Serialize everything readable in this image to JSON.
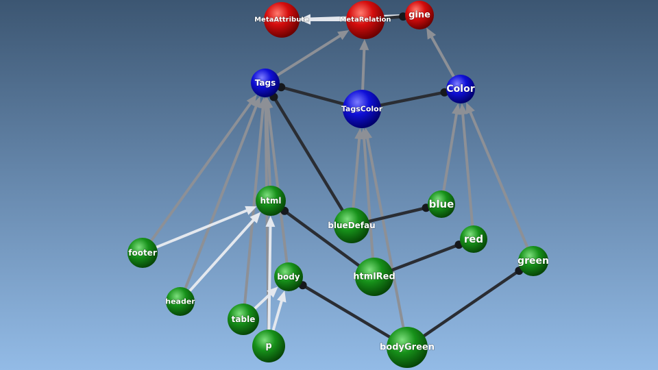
{
  "colors": {
    "meta": "#d40d0d",
    "tag": "#1010d8",
    "leaf": "#17911a",
    "edge_dark": "#2a2d33",
    "edge_grey": "#8d9096",
    "edge_light": "#e4e8ee"
  },
  "nodes": [
    {
      "id": "metaattribute",
      "label": "MetaAttribute",
      "kind": "meta"
    },
    {
      "id": "metarelation",
      "label": "MetaRelation",
      "kind": "meta"
    },
    {
      "id": "engine",
      "label": "gine",
      "kind": "meta"
    },
    {
      "id": "tags",
      "label": "Tags",
      "kind": "tag"
    },
    {
      "id": "tagscolor",
      "label": "TagsColor",
      "kind": "tag"
    },
    {
      "id": "color",
      "label": "Color",
      "kind": "tag"
    },
    {
      "id": "html",
      "label": "html",
      "kind": "leaf"
    },
    {
      "id": "bluedefault",
      "label": "blueDefau",
      "kind": "leaf"
    },
    {
      "id": "blue",
      "label": "blue",
      "kind": "leaf"
    },
    {
      "id": "red",
      "label": "red",
      "kind": "leaf"
    },
    {
      "id": "footer",
      "label": "footer",
      "kind": "leaf"
    },
    {
      "id": "htmlred",
      "label": "htmlRed",
      "kind": "leaf"
    },
    {
      "id": "green",
      "label": "green",
      "kind": "leaf"
    },
    {
      "id": "body",
      "label": "body",
      "kind": "leaf"
    },
    {
      "id": "header",
      "label": "header",
      "kind": "leaf"
    },
    {
      "id": "table",
      "label": "table",
      "kind": "leaf"
    },
    {
      "id": "p",
      "label": "p",
      "kind": "leaf"
    },
    {
      "id": "bodygreen",
      "label": "bodyGreen",
      "kind": "leaf"
    }
  ],
  "edges": [
    {
      "from": "metarelation",
      "to": "metaattribute",
      "style": "light"
    },
    {
      "from": "engine",
      "to": "metaattribute",
      "style": "light"
    },
    {
      "from": "metarelation",
      "to": "engine",
      "style": "dark"
    },
    {
      "from": "tags",
      "to": "metarelation",
      "style": "grey"
    },
    {
      "from": "tagscolor",
      "to": "metarelation",
      "style": "grey"
    },
    {
      "from": "color",
      "to": "engine",
      "style": "grey"
    },
    {
      "from": "tagscolor",
      "to": "tags",
      "style": "dark"
    },
    {
      "from": "tagscolor",
      "to": "color",
      "style": "dark"
    },
    {
      "from": "footer",
      "to": "tags",
      "style": "grey"
    },
    {
      "from": "header",
      "to": "tags",
      "style": "grey"
    },
    {
      "from": "html",
      "to": "tags",
      "style": "grey"
    },
    {
      "from": "table",
      "to": "tags",
      "style": "grey"
    },
    {
      "from": "p",
      "to": "tags",
      "style": "grey"
    },
    {
      "from": "body",
      "to": "tags",
      "style": "grey"
    },
    {
      "from": "bluedefault",
      "to": "tags",
      "style": "dark"
    },
    {
      "from": "footer",
      "to": "html",
      "style": "light"
    },
    {
      "from": "header",
      "to": "html",
      "style": "light"
    },
    {
      "from": "p",
      "to": "html",
      "style": "light"
    },
    {
      "from": "table",
      "to": "body",
      "style": "light"
    },
    {
      "from": "p",
      "to": "body",
      "style": "light"
    },
    {
      "from": "bluedefault",
      "to": "tagscolor",
      "style": "grey"
    },
    {
      "from": "htmlred",
      "to": "tagscolor",
      "style": "grey"
    },
    {
      "from": "bodygreen",
      "to": "tagscolor",
      "style": "grey"
    },
    {
      "from": "blue",
      "to": "color",
      "style": "grey"
    },
    {
      "from": "red",
      "to": "color",
      "style": "grey"
    },
    {
      "from": "green",
      "to": "color",
      "style": "grey"
    },
    {
      "from": "bluedefault",
      "to": "blue",
      "style": "dark"
    },
    {
      "from": "htmlred",
      "to": "html",
      "style": "dark"
    },
    {
      "from": "htmlred",
      "to": "red",
      "style": "dark"
    },
    {
      "from": "bodygreen",
      "to": "body",
      "style": "dark"
    },
    {
      "from": "bodygreen",
      "to": "green",
      "style": "dark"
    }
  ]
}
